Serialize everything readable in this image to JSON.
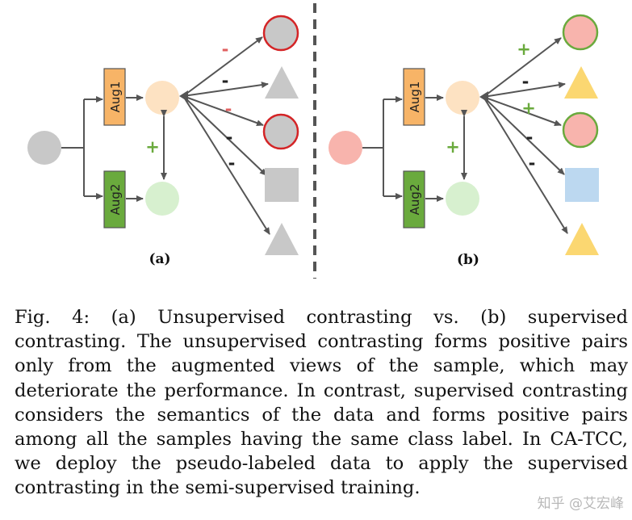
{
  "figure": {
    "panel_a": {
      "label": "(a)",
      "aug1": "Aug1",
      "aug2": "Aug2",
      "pair_sign": "+",
      "edge_signs": [
        "-",
        "-",
        "-",
        "-",
        "-"
      ]
    },
    "panel_b": {
      "label": "(b)",
      "aug1": "Aug1",
      "aug2": "Aug2",
      "pair_sign": "+",
      "edge_signs": [
        "+",
        "-",
        "+",
        "-",
        "-"
      ]
    },
    "colors": {
      "anchor_gray": "#c8c8c8",
      "anchor_pink": "#f8b4ad",
      "view1": "#fde2c2",
      "view2": "#d7f0cf",
      "aug1_fill": "#f7b467",
      "aug2_fill": "#6aaa3d",
      "gray": "#c8c8c8",
      "red_ring": "#d42426",
      "green_ring": "#6aaa3d",
      "yellow": "#fbd771",
      "blue": "#bcd8f0",
      "minus_red": "#e06060",
      "plus_green": "#6aaa3d",
      "arrow": "#555555"
    }
  },
  "caption": "Fig. 4: (a) Unsupervised contrasting vs. (b) supervised contrasting. The unsupervised contrasting forms positive pairs only from the augmented views of the sample, which may deteriorate the performance. In contrast, supervised contrasting considers the semantics of the data and forms positive pairs among all the samples having the same class label. In CA-TCC, we deploy the pseudo-labeled data to apply the supervised contrasting in the semi-supervised training.",
  "watermark": "知乎 @艾宏峰"
}
